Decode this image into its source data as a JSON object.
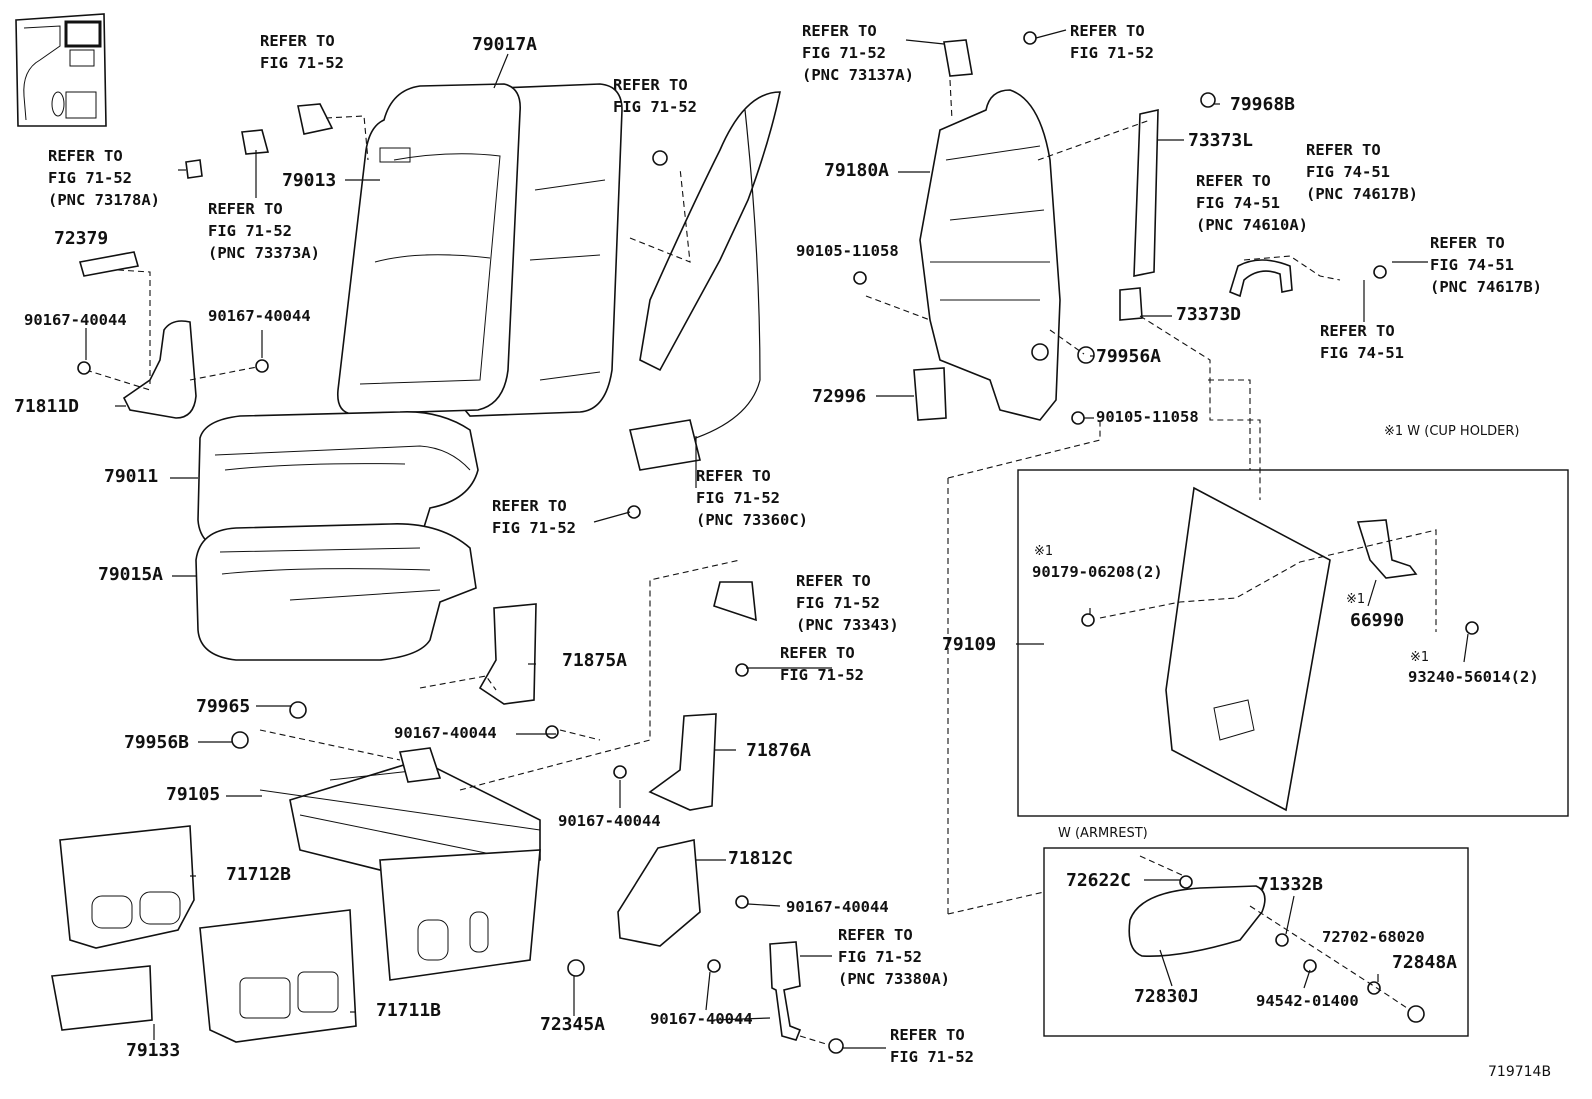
{
  "refer_labels": [
    {
      "id": "r1",
      "text": "REFER TO\nFIG 71-52"
    },
    {
      "id": "r2",
      "text": "REFER TO\nFIG 71-52\n(PNC 73178A)"
    },
    {
      "id": "r3",
      "text": "REFER TO\nFIG 71-52\n(PNC 73373A)"
    },
    {
      "id": "r4",
      "text": "REFER TO\nFIG 71-52"
    },
    {
      "id": "r5",
      "text": "REFER TO\nFIG 71-52\n(PNC 73137A)"
    },
    {
      "id": "r6",
      "text": "REFER TO\nFIG 71-52"
    },
    {
      "id": "r7",
      "text": "REFER TO\nFIG 74-51\n(PNC 74617B)"
    },
    {
      "id": "r8",
      "text": "REFER TO\nFIG 74-51\n(PNC 74610A)"
    },
    {
      "id": "r9",
      "text": "REFER TO\nFIG 74-51\n(PNC 74617B)"
    },
    {
      "id": "r10",
      "text": "REFER TO\nFIG 74-51"
    },
    {
      "id": "r11",
      "text": "REFER TO\nFIG 71-52\n(PNC 73360C)"
    },
    {
      "id": "r12",
      "text": "REFER TO\nFIG 71-52"
    },
    {
      "id": "r13",
      "text": "REFER TO\nFIG 71-52\n(PNC 73343)"
    },
    {
      "id": "r14",
      "text": "REFER TO\nFIG 71-52"
    },
    {
      "id": "r15",
      "text": "REFER TO\nFIG 71-52\n(PNC 73380A)"
    },
    {
      "id": "r16",
      "text": "REFER TO\nFIG 71-52"
    }
  ],
  "part_numbers": [
    {
      "id": "p1",
      "text": "79017A"
    },
    {
      "id": "p2",
      "text": "79013"
    },
    {
      "id": "p3",
      "text": "72379"
    },
    {
      "id": "p4",
      "text": "90167-40044"
    },
    {
      "id": "p5",
      "text": "90167-40044"
    },
    {
      "id": "p6",
      "text": "71811D"
    },
    {
      "id": "p7",
      "text": "79011"
    },
    {
      "id": "p8",
      "text": "79015A"
    },
    {
      "id": "p9",
      "text": "79968B"
    },
    {
      "id": "p10",
      "text": "73373L"
    },
    {
      "id": "p11",
      "text": "79180A"
    },
    {
      "id": "p12",
      "text": "90105-11058"
    },
    {
      "id": "p13",
      "text": "73373D"
    },
    {
      "id": "p14",
      "text": "79956A"
    },
    {
      "id": "p15",
      "text": "72996"
    },
    {
      "id": "p16",
      "text": "90105-11058"
    },
    {
      "id": "p17",
      "text": "71875A"
    },
    {
      "id": "p18",
      "text": "79965"
    },
    {
      "id": "p19",
      "text": "90167-40044"
    },
    {
      "id": "p20",
      "text": "79956B"
    },
    {
      "id": "p21",
      "text": "71876A"
    },
    {
      "id": "p22",
      "text": "79105"
    },
    {
      "id": "p23",
      "text": "90167-40044"
    },
    {
      "id": "p24",
      "text": "71712B"
    },
    {
      "id": "p25",
      "text": "71812C"
    },
    {
      "id": "p26",
      "text": "90167-40044"
    },
    {
      "id": "p27",
      "text": "72345A"
    },
    {
      "id": "p28",
      "text": "90167-40044"
    },
    {
      "id": "p29",
      "text": "71711B"
    },
    {
      "id": "p30",
      "text": "79133"
    },
    {
      "id": "p31",
      "text": "79109"
    },
    {
      "id": "p32",
      "text": "66990"
    },
    {
      "id": "p33",
      "text": "72622C"
    },
    {
      "id": "p34",
      "text": "71332B"
    },
    {
      "id": "p35",
      "text": "72702-68020"
    },
    {
      "id": "p36",
      "text": "72848A"
    },
    {
      "id": "p37",
      "text": "72830J"
    },
    {
      "id": "p38",
      "text": "94542-01400"
    }
  ],
  "cup_holder_box": {
    "caption": "※1 W (CUP HOLDER)",
    "items": [
      {
        "id": "c1",
        "mark": "※1",
        "text": "90179-06208(2)"
      },
      {
        "id": "c2",
        "mark": "※1",
        "text": "66990"
      },
      {
        "id": "c3",
        "mark": "※1",
        "text": "93240-56014(2)"
      }
    ]
  },
  "armrest_box": {
    "caption": "W (ARMREST)"
  },
  "figure_id": "719714B"
}
